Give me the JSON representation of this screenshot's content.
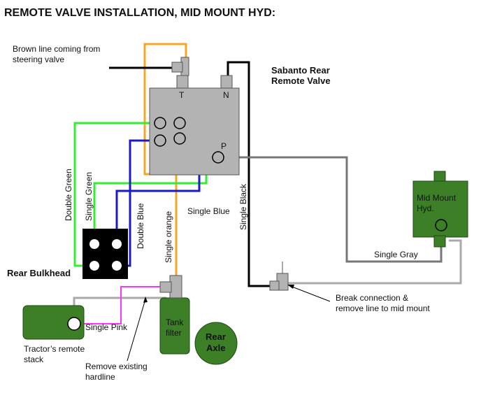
{
  "title": "REMOTE VALVE INSTALLATION, MID MOUNT HYD:",
  "valve": {
    "name_line1": "Sabanto Rear",
    "name_line2": "Remote Valve",
    "port_t": "T",
    "port_n": "N",
    "port_p": "P"
  },
  "mid_mount": {
    "line1": "Mid Mount",
    "line2": "Hyd."
  },
  "bulkhead": "Rear Bulkhead",
  "tank": {
    "line1": "Tank",
    "line2": "filter"
  },
  "axle": {
    "line1": "Rear",
    "line2": "Axle"
  },
  "notes": {
    "brown_line1": "Brown line coming from",
    "brown_line2": "steering valve",
    "remote_stack1": "Tractor’s remote",
    "remote_stack2": "stack",
    "remove_hardline1": "Remove existing",
    "remove_hardline2": "hardline",
    "break1": "Break connection &",
    "break2": "remove line to mid mount"
  },
  "lines": {
    "double_green": "Double Green",
    "single_green": "Single Green",
    "double_blue": "Double Blue",
    "single_blue": "Single Blue",
    "single_orange": "Single orange",
    "single_black": "Single Black",
    "single_gray": "Single Gray",
    "single_pink": "Single Pink"
  },
  "colors": {
    "orange": "#f5a623",
    "green": "#33ee33",
    "blue": "#1a1acc",
    "black": "#000000",
    "gray": "#999999",
    "pink": "#ff33ff",
    "valve_body": "#b3b3b3",
    "component_green": "#3d7f27"
  }
}
